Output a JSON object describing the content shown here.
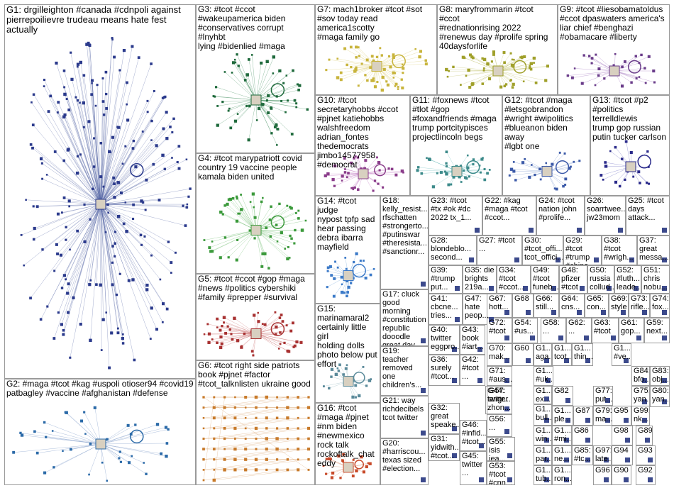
{
  "graph": {
    "colors": {
      "panel_border": "#9a9a9a",
      "edge": "#8c8c8c",
      "node_fill": "#3c4a8c"
    },
    "groups": [
      {
        "id": "G1",
        "label": "G1: drgilleighton #canada #cdnpoli against\npierrepoilievre trudeau means hate fest actually",
        "node_color": "#2b3a8c",
        "edge_color": "#5a6aa8",
        "nodes": 220,
        "style": "hub"
      },
      {
        "id": "G2",
        "label": "G2: #maga #tcot #kag #uspoli otioser94 #covid19\npatbagley #vaccine #afghanistan #defense",
        "node_color": "#2b6aa8",
        "edge_color": "#6a8ac0",
        "nodes": 40,
        "style": "cluster"
      },
      {
        "id": "G3",
        "label": "G3: #tcot #ccot\n#wakeupamerica biden\n#conservatives corrupt #lnyhbt\nlying #bidenlied #maga",
        "node_color": "#1f6a3c",
        "edge_color": "#3c8a5a",
        "nodes": 60,
        "style": "hub"
      },
      {
        "id": "G4",
        "label": "G4: #tcot marypatriott covid\ncountry 19 vaccine people\nkamala biden united",
        "node_color": "#3c9a3c",
        "edge_color": "#6aba6a",
        "nodes": 60,
        "style": "hub"
      },
      {
        "id": "G5",
        "label": "G5: #tcot #ccot #gop #maga\n#news #politics cybershiki\n#family #prepper #survival",
        "node_color": "#a83232",
        "edge_color": "#c86a6a",
        "nodes": 55,
        "style": "hub"
      },
      {
        "id": "G6",
        "label": "G6: #tcot right side patriots\nbook #pjnet #factor\n#tcot_talknlisten ukraine good",
        "node_color": "#c87a2a",
        "edge_color": "#d8a06a",
        "nodes": 90,
        "style": "grid"
      },
      {
        "id": "G7",
        "label": "G7: mach1broker #tcot #sot\n#sov today read america1scotty\n#maga family go",
        "node_color": "#c8b43c",
        "edge_color": "#d8c86a",
        "nodes": 60,
        "style": "hub"
      },
      {
        "id": "G8",
        "label": "G8: maryfrommarin #tcot #ccot\n#rednationrising 2022\n#renewus day #prolife spring\n40daysforlife",
        "node_color": "#a0a02a",
        "edge_color": "#c0c06a",
        "nodes": 55,
        "style": "hub"
      },
      {
        "id": "G9",
        "label": "G9: #tcot #liesobamatoldus\n#ccot dpaswaters america's\nliar chief #benghazi\n#obamacare #liberty",
        "node_color": "#6a3c8a",
        "edge_color": "#9a6aba",
        "nodes": 30,
        "style": "hub"
      },
      {
        "id": "G10",
        "label": "G10: #tcot\nsecretaryhobbs #ccot\n#pjnet katiehobbs\nwalshfreedom\nadrian_fontes\nthedemocrats\njimbo14577958\n#democrat",
        "node_color": "#8a3c8a",
        "edge_color": "#ba6aba",
        "nodes": 40,
        "style": "hub"
      },
      {
        "id": "G11",
        "label": "G11: #foxnews #tcot\n#tlot #gop\n#foxandfriends #maga\ntrump portcitypisces\nprojectlincoln begs",
        "node_color": "#3c8a8a",
        "edge_color": "#6ababa",
        "nodes": 40,
        "style": "hub"
      },
      {
        "id": "G12",
        "label": "G12: #tcot #maga\n#letsgobrandon\n#wright #wipolitics\n#blueanon biden away\n#lgbt one",
        "node_color": "#3c5aa8",
        "edge_color": "#6a8ac8",
        "nodes": 25,
        "style": "hub"
      },
      {
        "id": "G13",
        "label": "G13: #tcot #p2\n#politics terrelldlewis\ntrump gop russian\nputin tucker carlson",
        "node_color": "#2a2a8a",
        "edge_color": "#5a5aba",
        "nodes": 20,
        "style": "hub"
      },
      {
        "id": "G14",
        "label": "G14: #tcot judge\nnypost tpfp sad\nhear passing\ndebra ibarra\nmayfield",
        "node_color": "#3c7ac8",
        "edge_color": "#6aa0d8",
        "nodes": 30,
        "style": "hub"
      },
      {
        "id": "G15",
        "label": "G15:\nmarinamaral2\ncertainly little girl\nholding dolls\nphoto below put\neffort",
        "node_color": "#5a8a9a",
        "edge_color": "#8ab0ba",
        "nodes": 20,
        "style": "hub"
      },
      {
        "id": "G16",
        "label": "G16: #tcot\n#maga #pjnet\n#nm biden\n#newmexico\nrock talk\nrockoftalk_chat\neddy",
        "node_color": "#c84a2a",
        "edge_color": "#d88a6a",
        "nodes": 20,
        "style": "hub"
      },
      {
        "id": "G17",
        "label": "G17: cluck\ngood\nmorning\n#constitution\nrepublic\ndooodle\ngreat day..."
      },
      {
        "id": "G18",
        "label": "G18:\nkelly_resist...\nrfschatten\n#strongerto...\n#putinswar\n#theresista...\n#sanctionr..."
      },
      {
        "id": "G19",
        "label": "G19:\nteacher\nremoved\none\nchildren's..."
      },
      {
        "id": "G20",
        "label": "G20:\n#harriscou...\ntexas sized\n#election..."
      },
      {
        "id": "G21",
        "label": "G21: way\nrichdecibels\ntcot twitter"
      },
      {
        "id": "G22",
        "label": "G22: #kag\n#maga #tcot\n#ccot..."
      },
      {
        "id": "G23",
        "label": "G23: #tcot\n#tx #ok #dc\n2022 tx_1..."
      },
      {
        "id": "G24",
        "label": "G24: #tcot\nnation john\n#prolife..."
      },
      {
        "id": "G25",
        "label": "G25: #tcot\ndays\nattack..."
      },
      {
        "id": "G26",
        "label": "G26:\nsoarrtwee...\njw23mom"
      },
      {
        "id": "G27",
        "label": "G27: #tcot\n..."
      },
      {
        "id": "G28",
        "label": "G28:\nblondeblo...\nsecond..."
      },
      {
        "id": "G29",
        "label": "G29: #tcot\n#trump\n#china..."
      },
      {
        "id": "G30",
        "label": "G30:\n#tcot_offi...\ntcot_offici..."
      },
      {
        "id": "G31",
        "label": "G31:\nyidwith...\n#tcot..."
      },
      {
        "id": "G32",
        "label": "G32:\ngreat\nspeake..."
      },
      {
        "id": "G33",
        "label": "G33:\n#harriscou..."
      },
      {
        "id": "G34",
        "label": "G34:\n#tcot\n#ccot..."
      },
      {
        "id": "G35",
        "label": "G35: die\nbrights\n219a..."
      },
      {
        "id": "G36",
        "label": "G36:\nsurely\n#tcot..."
      },
      {
        "id": "G37",
        "label": "G37:\ngreat\nmessa..."
      },
      {
        "id": "G38",
        "label": "G38:\n#tcot\n#wrigh..."
      },
      {
        "id": "G39",
        "label": "G39:\n#trump\nput..."
      },
      {
        "id": "G40",
        "label": "G40:\ntwitter\neggpro..."
      },
      {
        "id": "G41",
        "label": "G41:\ncbcne...\ntries..."
      },
      {
        "id": "G42",
        "label": "G42:\n#tcot\n..."
      },
      {
        "id": "G43",
        "label": "G43:\nbook\n#iart..."
      },
      {
        "id": "G44",
        "label": "G44:\ntwitter\nzhon..."
      },
      {
        "id": "G45",
        "label": "G45:\ntwitter\n..."
      },
      {
        "id": "G46",
        "label": "G46:\n#infid...\n#tcot..."
      },
      {
        "id": "G47",
        "label": "G47:\nhate\npeop..."
      },
      {
        "id": "G48",
        "label": "G48:\npfizer\n#tcot"
      },
      {
        "id": "G49",
        "label": "G49:\n#tcot\nfuneb..."
      },
      {
        "id": "G50",
        "label": "G50:\nrussia\ncollud..."
      },
      {
        "id": "G51",
        "label": "G51:\nchris\nnobu..."
      },
      {
        "id": "G52",
        "label": "G52:\n#luth...\nleade..."
      },
      {
        "id": "G53",
        "label": "G53:\n#tcot\n#cnn..."
      },
      {
        "id": "G54",
        "label": "G54:\n#us..."
      },
      {
        "id": "G55",
        "label": "G55:\nisis\niea..."
      },
      {
        "id": "G56",
        "label": "G56:\n..."
      },
      {
        "id": "G57",
        "label": "G57:\nangr..."
      },
      {
        "id": "G58",
        "label": "G58:\n..."
      },
      {
        "id": "G59",
        "label": "G59:\nnext..."
      },
      {
        "id": "G60",
        "label": "G60"
      },
      {
        "id": "G61",
        "label": "G61:\ngop..."
      },
      {
        "id": "G62",
        "label": "G62:\n..."
      },
      {
        "id": "G63",
        "label": "G63:\n#tcot"
      },
      {
        "id": "G64",
        "label": "G64:\ncns..."
      },
      {
        "id": "G65",
        "label": "G65:\ncon..."
      },
      {
        "id": "G66",
        "label": "G66:\nstill..."
      },
      {
        "id": "G67",
        "label": "G67:\nhott..."
      },
      {
        "id": "G68",
        "label": "G68"
      },
      {
        "id": "G69",
        "label": "G69:\nstyle"
      },
      {
        "id": "G70",
        "label": "G70:\nmak..."
      },
      {
        "id": "G71",
        "label": "G71:\n#aus..."
      },
      {
        "id": "G72",
        "label": "G72:\n#tcot"
      },
      {
        "id": "G73",
        "label": "G73:\nrifle..."
      },
      {
        "id": "G74",
        "label": "G74:\nfox..."
      },
      {
        "id": "G75",
        "label": "G75:\nyan..."
      },
      {
        "id": "G76",
        "label": "G1...\ntcot..."
      },
      {
        "id": "G77",
        "label": "G77:\nput..."
      },
      {
        "id": "G79",
        "label": "G79:\nma..."
      },
      {
        "id": "G80",
        "label": "G80:\nyan..."
      },
      {
        "id": "G82",
        "label": "G82"
      },
      {
        "id": "G83",
        "label": "G83:\nobj..."
      },
      {
        "id": "G84",
        "label": "G84:\nbfo..."
      },
      {
        "id": "G85",
        "label": "G85:\n#tc..."
      },
      {
        "id": "G86",
        "label": "G86"
      },
      {
        "id": "G87",
        "label": "G87"
      },
      {
        "id": "G89",
        "label": "G89"
      },
      {
        "id": "G90",
        "label": "G90"
      },
      {
        "id": "G92",
        "label": "G92"
      },
      {
        "id": "G93",
        "label": "G93"
      },
      {
        "id": "G94",
        "label": "G94"
      },
      {
        "id": "G95",
        "label": "G95"
      },
      {
        "id": "G96",
        "label": "G96"
      },
      {
        "id": "G97",
        "label": "G97:\nlate..."
      },
      {
        "id": "G98",
        "label": "G98"
      },
      {
        "id": "G99",
        "label": "G99:\nnk..."
      },
      {
        "id": "G1a",
        "label": "G1...\n#uk..."
      },
      {
        "id": "G1b",
        "label": "G1...\nex..."
      },
      {
        "id": "G1c",
        "label": "G1...\nbull..."
      },
      {
        "id": "G1d",
        "label": "G1...\nwin..."
      },
      {
        "id": "G1e",
        "label": "G1...\npar..."
      },
      {
        "id": "G1f",
        "label": "G1...\ntub..."
      },
      {
        "id": "G1g",
        "label": "G1...\nron..."
      },
      {
        "id": "G1h",
        "label": "G1...\nthin..."
      },
      {
        "id": "G1i",
        "label": "G1...\nple..."
      },
      {
        "id": "G1j",
        "label": "G1...\n#ve..."
      },
      {
        "id": "G1k",
        "label": "G1...\n#mi..."
      },
      {
        "id": "G1l",
        "label": "G1...\nne..."
      },
      {
        "id": "G1m",
        "label": "G1...\naga..."
      },
      {
        "id": "G1n",
        "label": "G1...\n#uk..."
      }
    ]
  }
}
